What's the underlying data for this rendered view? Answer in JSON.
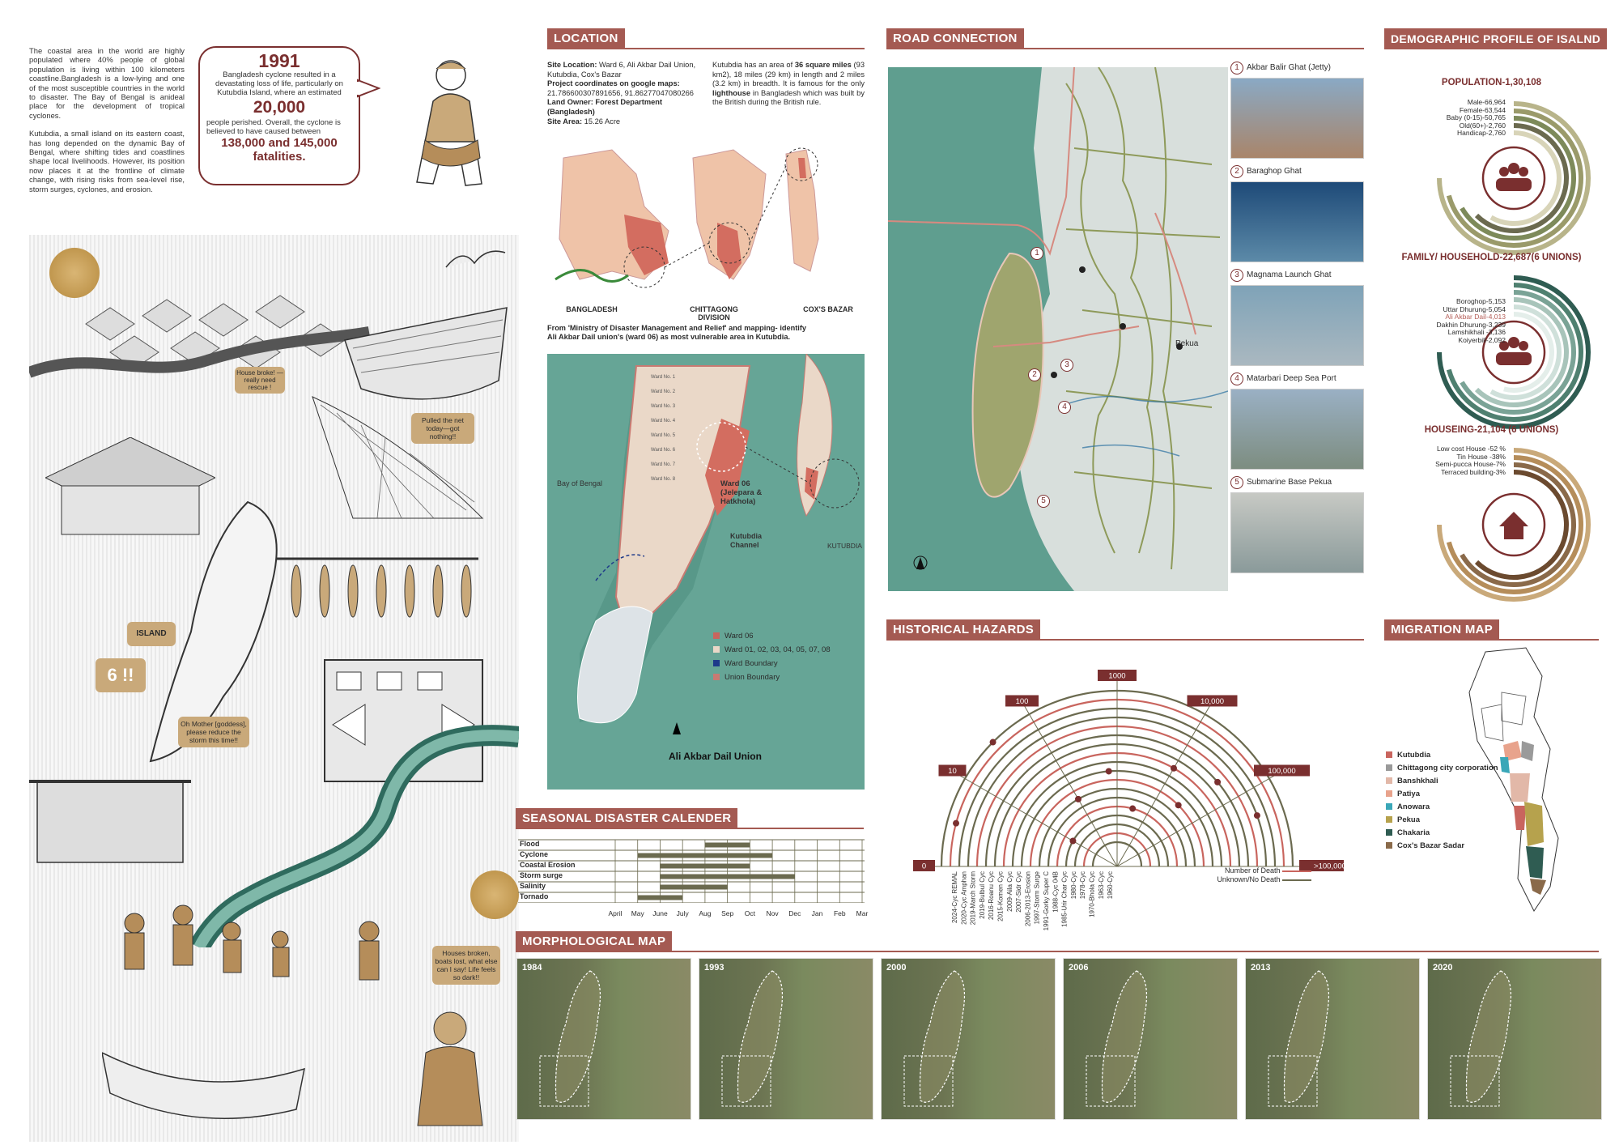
{
  "intro": {
    "para1": "The coastal area in the world are highly populated where 40% people of global population is living within 100 kilometers coastline.Bangladesh is a low-lying and one of the most susceptible countries in the world to disaster. The Bay of Bengal is anideal place for the development of tropical cyclones.",
    "para2": "Kutubdia, a small island on its eastern coast, has long depended on the dynamic Bay of Bengal, where shifting tides and coastlines shape local livelihoods. However, its position now places it at the frontline of climate change, with rising risks from sea-level rise, storm surges, cyclones, and erosion."
  },
  "cyclone_bubble": {
    "year": "1991",
    "text1": "Bangladesh cyclone resulted in a devastating loss of life, particularly on Kutubdia Island, where an estimated",
    "number": "20,000",
    "text2": "people perished. Overall, the cyclone is believed to have caused between",
    "range": "138,000 and 145,000",
    "suffix": "fatalities."
  },
  "illustration_bubbles": {
    "house_broke": "House broke! — really need rescue !",
    "pulled_net": "Pulled the net today—got nothing!!",
    "island": "ISLAND",
    "six": "6 !!",
    "oh_mother": "Oh Mother [goddess], please reduce the storm this time!!",
    "houses_broken": "Houses broken, boats lost, what else can I say! Life feels so dark!!"
  },
  "location": {
    "title": "LOCATION",
    "left_rows": [
      {
        "label": "Site Location:",
        "value": " Ward 6, Ali Akbar Dail Union, Kutubdia, Cox's Bazar"
      },
      {
        "label": "Project coordinates on google maps:",
        "value": " 21.786600307891656, 91.86277047080266"
      },
      {
        "label": "Land Owner: Forest Department (Bangladesh)",
        "value": ""
      },
      {
        "label": "Site Area:",
        "value": " 15.26 Acre"
      }
    ],
    "right_pre": "Kutubdia has an area of ",
    "right_bold1": "36 square miles",
    "right_mid": " (93 km2), 18 miles (29 km) in length and 2 miles (3.2 km) in breadth. It is famous for the only ",
    "right_bold2": "lighthouse",
    "right_post": " in Bangladesh which was built by the British during the British rule.",
    "map_labels": [
      "BANGLADESH",
      "CHITTAGONG DIVISION",
      "COX'S BAZAR"
    ],
    "from_text_pre": "From 'Ministry of Disaster Management and Relief' and mapping- identify Ali Akbar Dail union's (ward 06) as most vulnerable area in Kutubdia.",
    "bay": "Bay of Bengal",
    "ward06": "Ward 06 (Jelepara & Hatkhola)",
    "channel": "Kutubdia Channel",
    "kutubdia": "KUTUBDIA",
    "union": "Ali Akbar Dail Union",
    "wards": [
      "Ward No. 1",
      "Ward No. 2",
      "Ward No. 3",
      "Ward No. 4",
      "Ward No. 5",
      "Ward No. 6",
      "Ward No. 7",
      "Ward No. 8"
    ],
    "legend": [
      {
        "label": "Ward 06",
        "color": "#c9655e"
      },
      {
        "label": "Ward 01, 02, 03, 04, 05, 07, 08",
        "color": "#ead8c8"
      },
      {
        "label": "Ward Boundary",
        "color": "#1e3a8a"
      },
      {
        "label": "Union Boundary",
        "color": "#c97a72"
      }
    ]
  },
  "seasonal": {
    "title": "SEASONAL DISASTER CALENDER",
    "rows": [
      {
        "name": "Flood",
        "start": 4,
        "end": 6
      },
      {
        "name": "Cyclone",
        "start": 1,
        "end": 7
      },
      {
        "name": "Coastal Erosion",
        "start": 2,
        "end": 6
      },
      {
        "name": "Storm surge",
        "start": 2,
        "end": 8
      },
      {
        "name": "Salinity",
        "start": 2,
        "end": 5
      },
      {
        "name": "Tornado",
        "start": 1,
        "end": 3
      }
    ],
    "months": [
      "April",
      "May",
      "June",
      "July",
      "Aug",
      "Sep",
      "Oct",
      "Nov",
      "Dec",
      "Jan",
      "Feb",
      "Mar"
    ]
  },
  "road": {
    "title": "ROAD CONNECTION",
    "pekua": "Pekua",
    "places": [
      {
        "num": "1",
        "name": "Akbar Balir Ghat (Jetty)"
      },
      {
        "num": "2",
        "name": "Baraghop Ghat"
      },
      {
        "num": "3",
        "name": "Magnama Launch Ghat"
      },
      {
        "num": "4",
        "name": "Matarbari Deep Sea Port"
      },
      {
        "num": "5",
        "name": "Submarine Base Pekua"
      }
    ]
  },
  "hazards": {
    "title": "HISTORICAL HAZARDS",
    "scale_labels": [
      "0",
      "10",
      "100",
      "1000",
      "10,000",
      "100,000",
      ">100,000"
    ],
    "events": [
      "2024-Cyc REMAL",
      "2020-Cyc Amphan",
      "2019-March Storm",
      "2019-Bulbul Cyc",
      "2016-Roanu Cyc",
      "2015-Komen Cyc",
      "2009-Aila Cyc",
      "2007-Sidr Cyc",
      "2006-2013-Erosion",
      "1997-Storm Surge",
      "1991-Gorky Super C",
      "1988-Cyc 04B",
      "1985-Urir Char Cyc",
      "1980-Cyc",
      "1978-Cyc",
      "1970-Bhola Cyc",
      "1963-Cyc",
      "1960-Cyc"
    ],
    "legend_death": "Number of Death",
    "legend_unknown": "Unknown/No Death"
  },
  "demographic": {
    "title": "DEMOGRAPHIC PROFILE OF ISALND",
    "population_title": "POPULATION-1,30,108",
    "population_lines": [
      "Male-66,964",
      "Female-63,544",
      "Baby (0-15)-50,765",
      "Old(60+)-2,760",
      "Handicap-2,760"
    ],
    "family_title": "FAMILY/ HOUSEHOLD-22,687(6 UNIONS)",
    "family_lines": [
      "Boroghop-5,153",
      "Uttar Dhurung-5,054",
      "Ali Akbar Dail-4,013",
      "Dakhin Dhurung-3,239",
      "Lamshikhali -3,136",
      "Koiyerbill-2,092"
    ],
    "housing_title": "HOUSEING-21,104 (6 UNIONS)",
    "housing_lines": [
      "Low cost House -52 %",
      "Tin House -38%",
      "Semi-pucca House-7%",
      "Terraced building-3%"
    ]
  },
  "migration": {
    "title": "MIGRATION MAP",
    "legend": [
      {
        "label": "Kutubdia",
        "color": "#c9655e"
      },
      {
        "label": "Chittagong city corporation",
        "color": "#9a9a9a"
      },
      {
        "label": "Banshkhali",
        "color": "#e2b8a8"
      },
      {
        "label": "Patiya",
        "color": "#e8a38c"
      },
      {
        "label": "Anowara",
        "color": "#3aa7b8"
      },
      {
        "label": "Pekua",
        "color": "#b6a24d"
      },
      {
        "label": "Chakaria",
        "color": "#2f5c52"
      },
      {
        "label": "Cox's Bazar Sadar",
        "color": "#8a6a4a"
      }
    ]
  },
  "morph": {
    "title": "MORPHOLOGICAL MAP",
    "years": [
      "1984",
      "1993",
      "2000",
      "2006",
      "2013",
      "2020"
    ]
  }
}
